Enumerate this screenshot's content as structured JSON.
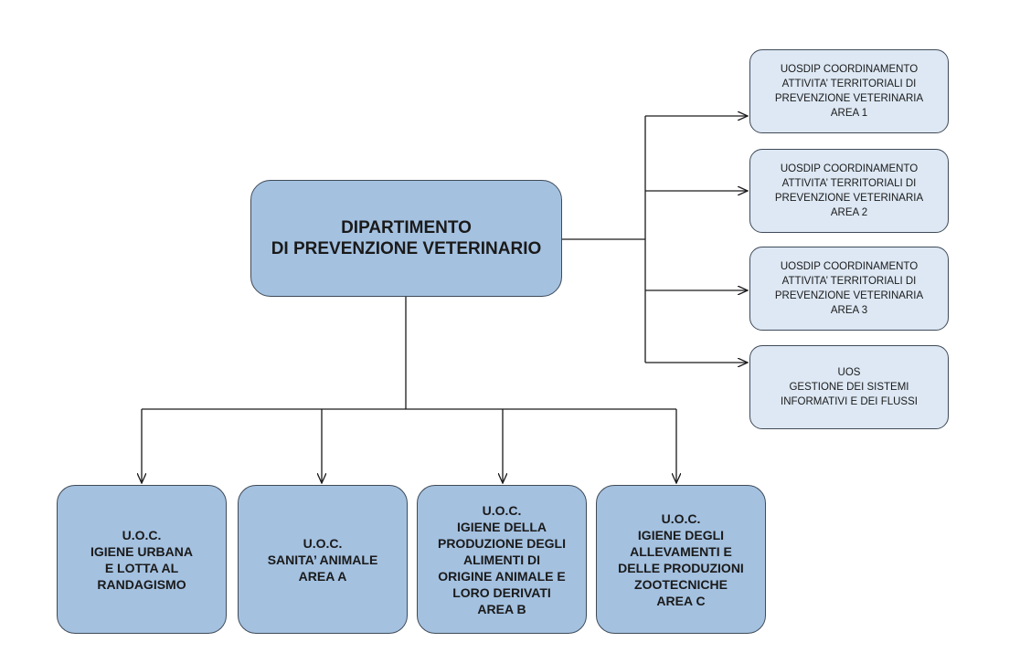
{
  "department": {
    "title": "DIPARTIMENTO\nDI PREVENZIONE VETERINARIO"
  },
  "side_units": [
    {
      "label": "UOSDIP COORDINAMENTO\nATTIVITA’ TERRITORIALI DI\nPREVENZIONE VETERINARIA\nAREA 1"
    },
    {
      "label": "UOSDIP COORDINAMENTO\nATTIVITA’ TERRITORIALI DI\nPREVENZIONE VETERINARIA\nAREA 2"
    },
    {
      "label": "UOSDIP COORDINAMENTO\nATTIVITA’ TERRITORIALI DI\nPREVENZIONE VETERINARIA\nAREA 3"
    },
    {
      "label": "UOS\nGESTIONE DEI SISTEMI\nINFORMATIVI E DEI FLUSSI"
    }
  ],
  "bottom_units": [
    {
      "label": "U.O.C.\nIGIENE URBANA\nE  LOTTA AL\nRANDAGISMO"
    },
    {
      "label": "U.O.C.\nSANITA’ ANIMALE\nAREA A"
    },
    {
      "label": "U.O.C.\nIGIENE DELLA\nPRODUZIONE DEGLI\nALIMENTI DI\nORIGINE ANIMALE E\nLORO DERIVATI\nAREA B"
    },
    {
      "label": "U.O.C.\nIGIENE DEGLI\nALLEVAMENTI E\nDELLE PRODUZIONI\nZOOTECNICHE\nAREA C"
    }
  ]
}
